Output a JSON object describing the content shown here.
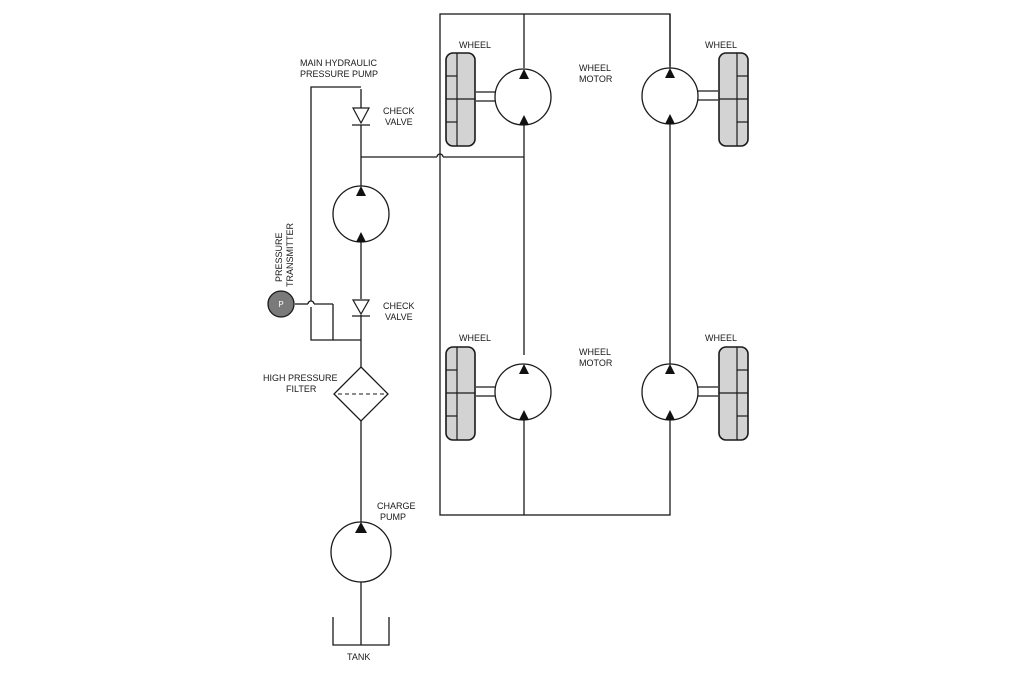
{
  "labels": {
    "main_pump_1": "MAIN HYDRAULIC",
    "main_pump_2": "PRESSURE PUMP",
    "check_valve_top_1": "CHECK",
    "check_valve_top_2": "VALVE",
    "check_valve_bottom_1": "CHECK",
    "check_valve_bottom_2": "VALVE",
    "pressure_transmitter_1": "PRESSURE",
    "pressure_transmitter_2": "TRANSMITTER",
    "gauge_symbol": "P",
    "filter_1": "HIGH PRESSURE",
    "filter_2": "FILTER",
    "charge_pump_1": "CHARGE",
    "charge_pump_2": "PUMP",
    "tank": "TANK",
    "wheel_top_left": "WHEEL",
    "wheel_top_right": "WHEEL",
    "wheel_bottom_left": "WHEEL",
    "wheel_bottom_right": "WHEEL",
    "wheel_motor_top_1": "WHEEL",
    "wheel_motor_top_2": "MOTOR",
    "wheel_motor_bottom_1": "WHEEL",
    "wheel_motor_bottom_2": "MOTOR"
  },
  "colors": {
    "line": "#1a1a1a",
    "wheel_fill": "#d3d3d3",
    "gauge_fill": "#7a7a7a"
  }
}
